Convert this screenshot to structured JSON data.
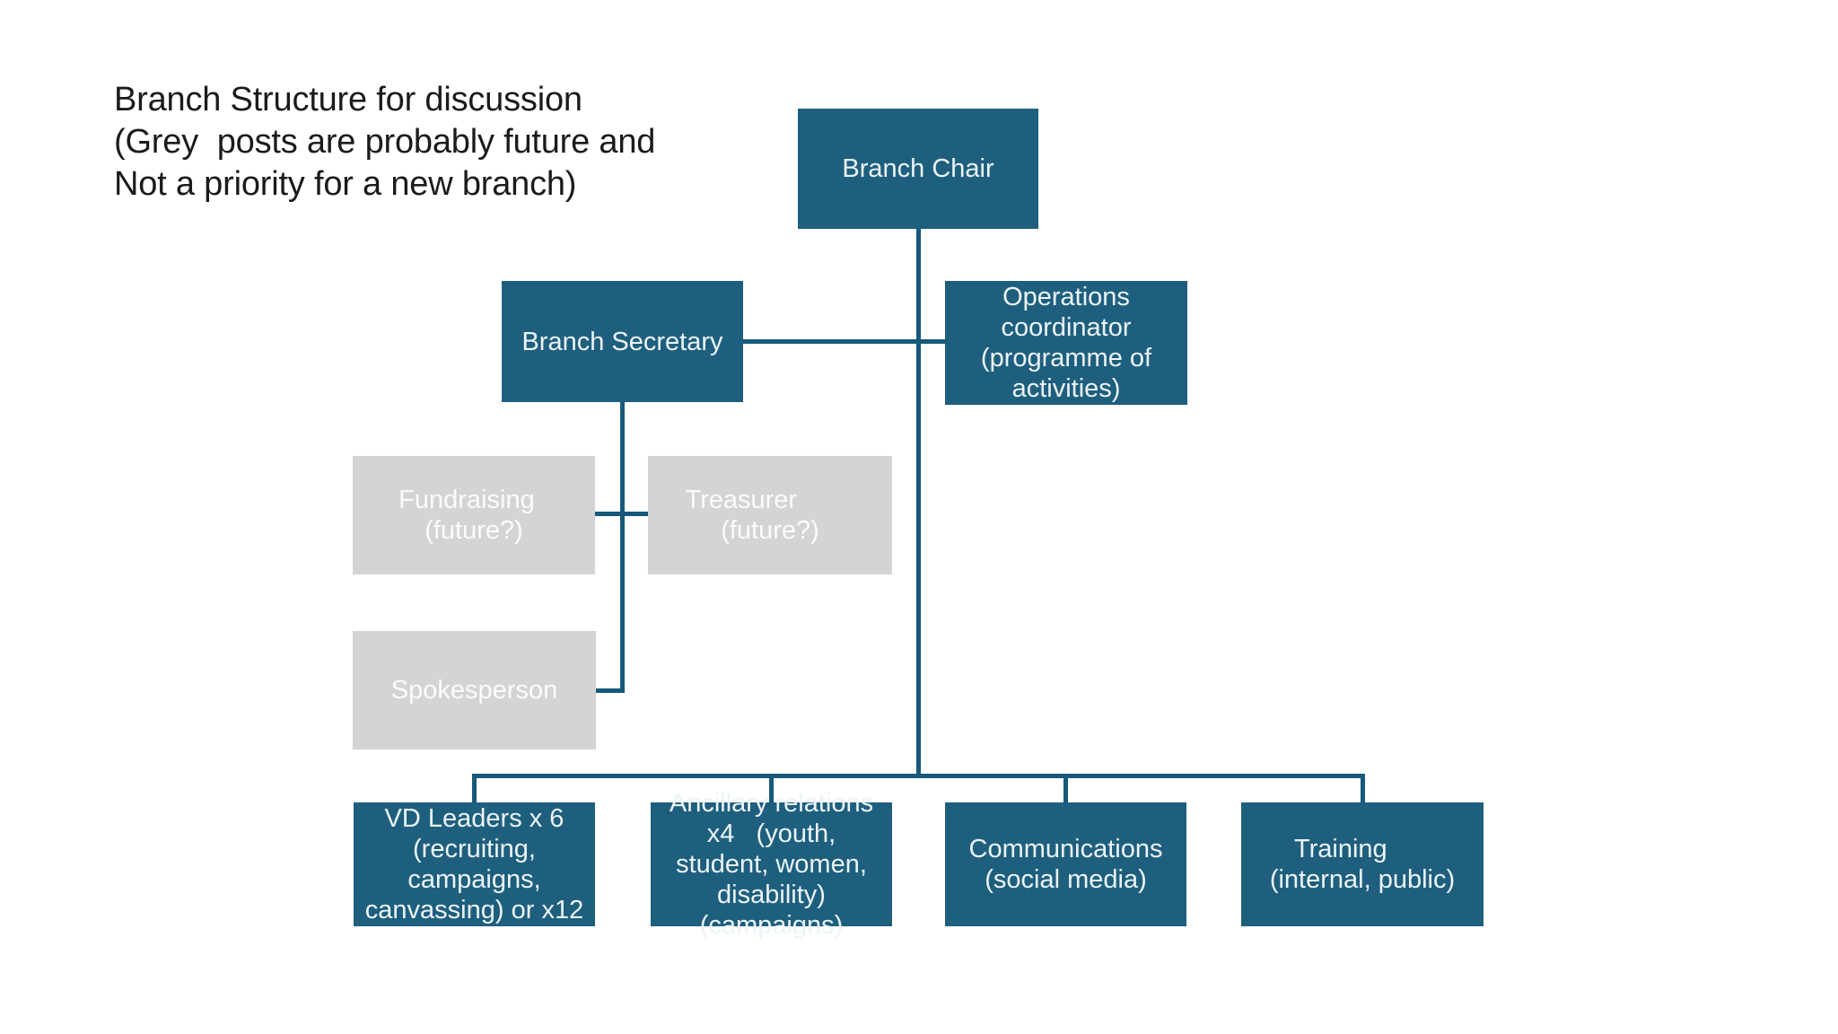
{
  "slide": {
    "title_lines": [
      "Branch Structure for discussion",
      "(Grey  posts are probably future and",
      "Not a priority for a new branch)"
    ]
  },
  "nodes": {
    "branch_chair": {
      "style": "teal",
      "lines": [
        "Branch Chair"
      ]
    },
    "branch_secretary": {
      "style": "teal",
      "lines": [
        "Branch Secretary"
      ]
    },
    "operations_coordinator": {
      "style": "teal",
      "lines": [
        "Operations",
        "coordinator",
        "(programme of",
        "activities)"
      ]
    },
    "fundraising": {
      "style": "grey",
      "lines": [
        "Fundraising  ",
        "(future?)"
      ]
    },
    "treasurer": {
      "style": "grey",
      "lines": [
        "Treasurer        ",
        "(future?)"
      ]
    },
    "spokesperson": {
      "style": "grey",
      "lines": [
        "Spokesperson"
      ]
    },
    "vd_leaders": {
      "style": "teal",
      "lines": [
        "VD Leaders x 6",
        "(recruiting,",
        "campaigns,",
        "canvassing) or x12"
      ]
    },
    "ancillary_relations": {
      "style": "teal",
      "lines": [
        "Ancillary relations",
        "x4   (youth,",
        "student, women,",
        "disability)",
        "(campaigns)"
      ]
    },
    "communications": {
      "style": "teal",
      "lines": [
        "Communications",
        "(social media)"
      ]
    },
    "training": {
      "style": "teal",
      "lines": [
        "Training      ",
        "(internal, public)"
      ]
    }
  },
  "colors": {
    "box-teal": "#1f5f7e",
    "box-grey": "#d4d4d4",
    "connector": "#17597b",
    "text-on-teal": "#ecf4f7",
    "text-on-grey": "#fbfbfb",
    "title-text": "#1b1b1b",
    "background": "#ffffff"
  }
}
